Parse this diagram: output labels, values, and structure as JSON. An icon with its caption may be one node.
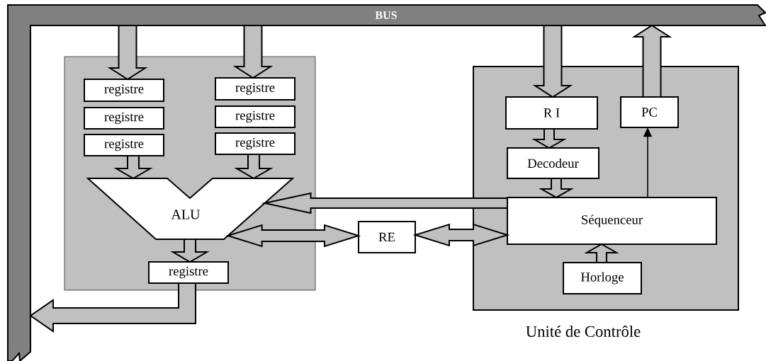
{
  "diagram": {
    "nodes": [
      {
        "text": [
          "BUS"
        ]
      },
      {
        "text": [],
        "shape": "box"
      },
      {
        "text": [
          "registre"
        ],
        "in": 1
      },
      {
        "text": [
          "registre"
        ],
        "in": 1
      },
      {
        "text": [
          "registre"
        ],
        "in": 1
      },
      {
        "text": [
          "registre"
        ],
        "in": 1
      },
      {
        "text": [
          "registre"
        ],
        "in": 1
      },
      {
        "text": [
          "registre"
        ],
        "in": 1
      },
      {
        "text": [
          "ALU"
        ],
        "in": 1
      },
      {
        "text": [
          "registre"
        ],
        "in": 1
      },
      {
        "text": [
          "RE"
        ]
      },
      {
        "text": [
          "Unité de Contrôle"
        ]
      },
      {
        "text": [
          "R I"
        ],
        "in": 11
      },
      {
        "text": [
          "PC"
        ],
        "in": 11
      },
      {
        "text": [
          "Decodeur"
        ],
        "in": 11
      },
      {
        "text": [
          "Séquenceur"
        ],
        "in": 11
      },
      {
        "text": [
          "Horloge"
        ],
        "in": 11
      }
    ],
    "edges": [
      {
        "from": 0,
        "to": 2,
        "arrow": "to"
      },
      {
        "from": 0,
        "to": 5,
        "arrow": "to"
      },
      {
        "from": 0,
        "to": 12,
        "arrow": "to"
      },
      {
        "from": 13,
        "to": 0,
        "arrow": "to"
      },
      {
        "from": 4,
        "to": 8,
        "arrow": "to"
      },
      {
        "from": 7,
        "to": 8,
        "arrow": "to"
      },
      {
        "from": 8,
        "to": 9,
        "arrow": "to"
      },
      {
        "from": 9,
        "to": 0,
        "arrow": "to"
      },
      {
        "from": 12,
        "to": 14,
        "arrow": "to"
      },
      {
        "from": 14,
        "to": 15,
        "arrow": "to"
      },
      {
        "from": 15,
        "to": 8,
        "arrow": "to"
      },
      {
        "from": 8,
        "to": 10,
        "arrow": "both"
      },
      {
        "from": 10,
        "to": 15,
        "arrow": "both"
      },
      {
        "from": 16,
        "to": 15,
        "arrow": "to"
      },
      {
        "from": 15,
        "to": 13,
        "arrow": "to"
      }
    ]
  }
}
